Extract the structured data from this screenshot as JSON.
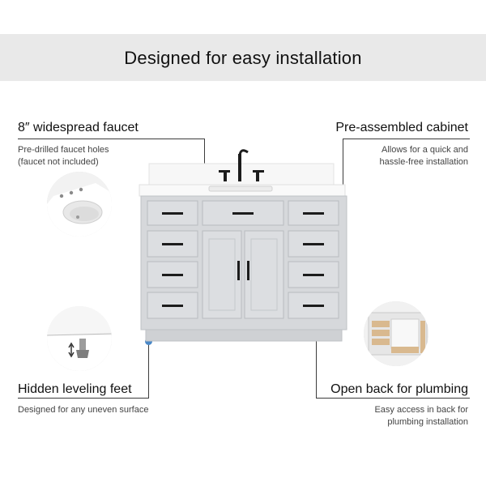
{
  "banner": {
    "title": "Designed for easy installation"
  },
  "features": {
    "faucet": {
      "heading": "8″ widespread faucet",
      "line1": "Pre-drilled faucet holes",
      "line2": "(faucet not included)",
      "icon": "sink-faucet-holes"
    },
    "cabinet": {
      "heading": "Pre-assembled cabinet",
      "line1": "Allows for  a quick and",
      "line2": "hassle-free installation",
      "icon": "cabinet"
    },
    "feet": {
      "heading": "Hidden leveling feet",
      "line1": "Designed for any uneven surface",
      "icon": "leveling-foot"
    },
    "back": {
      "heading": "Open back for plumbing",
      "line1": "Easy access in back for",
      "line2": "plumbing installation",
      "icon": "cabinet-open-back"
    }
  },
  "colors": {
    "accent_dot": "#4a88c7",
    "cabinet": "#d6d8db",
    "countertop": "#f7f7f7",
    "hardware": "#1c1c1c",
    "banner": "#e9e9e9"
  }
}
